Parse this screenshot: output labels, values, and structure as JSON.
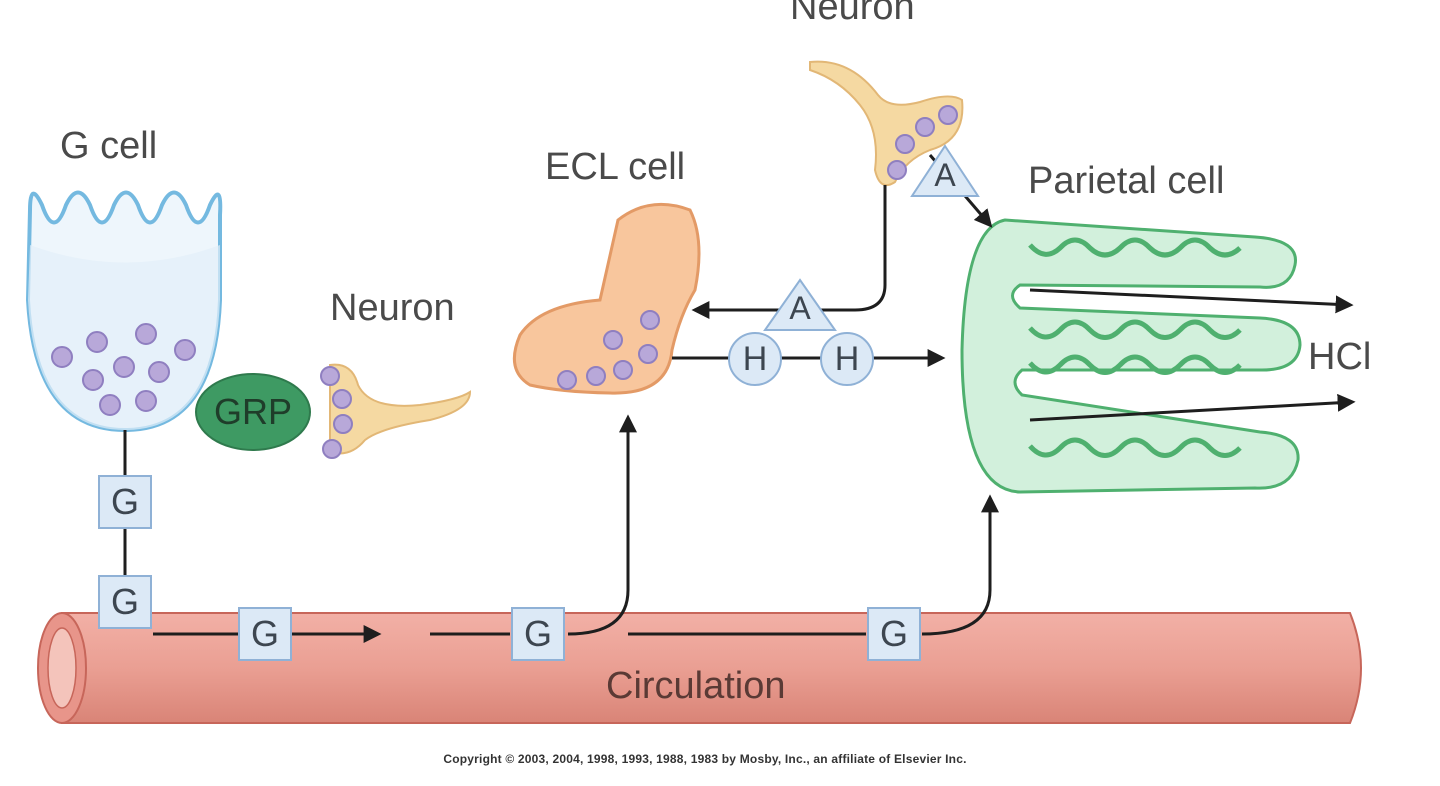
{
  "labels": {
    "neuron_top": "Neuron",
    "g_cell": "G cell",
    "ecl_cell": "ECL cell",
    "parietal_cell": "Parietal cell",
    "neuron_left": "Neuron",
    "grp": "GRP",
    "hcl": "HCl",
    "circulation": "Circulation"
  },
  "symbols": {
    "gastrin": "G",
    "histamine": "H",
    "acetylcholine": "A"
  },
  "copyright": "Copyright © 2003, 2004, 1998, 1993, 1988, 1983 by Mosby, Inc., an affiliate of Elsevier Inc.",
  "colors": {
    "g_cell": "#74b9e0",
    "ecl_cell": "#f2b88e",
    "parietal_cell": "#8fd3a8",
    "neuron": "#f5d9a2",
    "granule": "#b8a8d9",
    "circulation": "#e79a8e",
    "grp": "#3e9a63",
    "marker": "#dce9f6"
  }
}
